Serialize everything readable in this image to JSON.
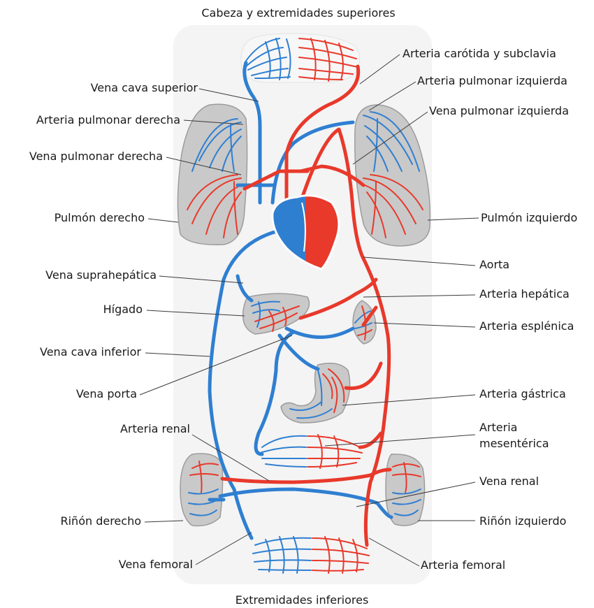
{
  "colors": {
    "oxygenated": "#e8392b",
    "deoxygenated": "#2f7fd1",
    "organ_fill": "#c9c9c9",
    "background_panel": "#f4f4f4"
  },
  "titles": {
    "top": "Cabeza y extremidades superiores",
    "bottom": "Extremidades inferiores"
  },
  "labels_left": {
    "vena_cava_superior": "Vena cava superior",
    "arteria_pulmonar_derecha": "Arteria pulmonar derecha",
    "vena_pulmonar_derecha": "Vena pulmonar derecha",
    "pulmon_derecho": "Pulmón derecho",
    "vena_suprahepatica": "Vena suprahepática",
    "higado": "Hígado",
    "vena_cava_inferior": "Vena cava inferior",
    "vena_porta": "Vena porta",
    "arteria_renal": "Arteria renal",
    "rinon_derecho": "Riñón derecho",
    "vena_femoral": "Vena femoral"
  },
  "labels_right": {
    "arteria_carotida": "Arteria carótida y subclavia",
    "arteria_pulmonar_izquierda": "Arteria pulmonar izquierda",
    "vena_pulmonar_izquierda": "Vena pulmonar izquierda",
    "pulmon_izquierdo": "Pulmón izquierdo",
    "aorta": "Aorta",
    "arteria_hepatica": "Arteria hepática",
    "arteria_esplenica": "Arteria esplénica",
    "arteria_gastrica": "Arteria gástrica",
    "arteria_mesenterica_1": "Arteria",
    "arteria_mesenterica_2": "mesentérica",
    "vena_renal": "Vena renal",
    "rinon_izquierdo": "Riñón izquierdo",
    "arteria_femoral": "Arteria femoral"
  }
}
